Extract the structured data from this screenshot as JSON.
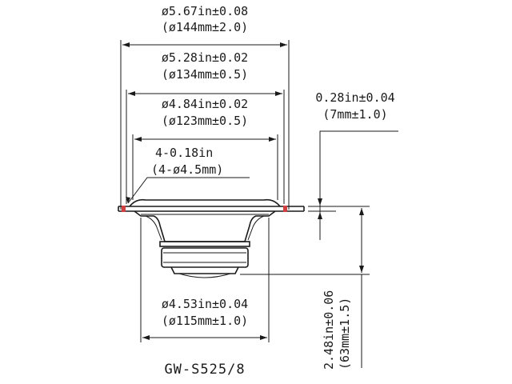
{
  "model": "GW-S525/8",
  "dimensions": {
    "outer_diameter": {
      "imperial": "ø5.67in±0.08",
      "metric": "(ø144mm±2.0)"
    },
    "mounting_diameter": {
      "imperial": "ø5.28in±0.02",
      "metric": "(ø134mm±0.5)"
    },
    "cutout_diameter": {
      "imperial": "ø4.84in±0.02",
      "metric": "(ø123mm±0.5)"
    },
    "mounting_holes": {
      "imperial": "4-0.18in",
      "metric": "(4-ø4.5mm)"
    },
    "flange_thickness": {
      "imperial": "0.28in±0.04",
      "metric": "(7mm±1.0)"
    },
    "basket_diameter": {
      "imperial": "ø4.53in±0.04",
      "metric": "(ø115mm±1.0)"
    },
    "mounting_depth": {
      "imperial": "2.48in±0.06",
      "metric": "(63mm±1.5)"
    }
  },
  "colors": {
    "line": "#1a1a1a",
    "hole_marker": "#d04040",
    "background": "#ffffff"
  }
}
